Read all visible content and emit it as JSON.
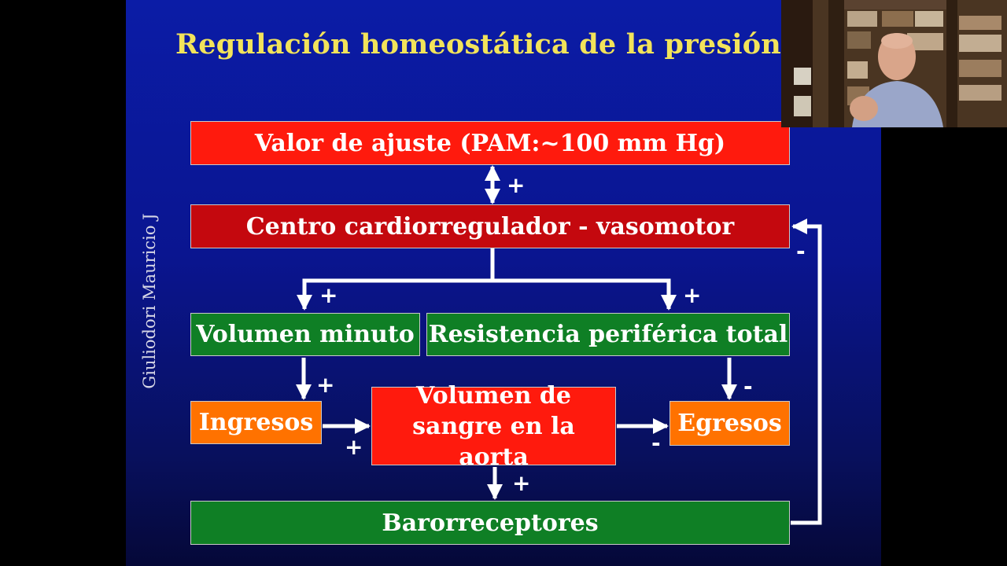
{
  "slide": {
    "title": "Regulación homeostática de la presión arte",
    "author": "Giuliodori Mauricio J"
  },
  "boxes": {
    "setpoint": "Valor de ajuste (PAM:~100 mm Hg)",
    "center": "Centro cardiorregulador - vasomotor",
    "cardiac_output": "Volumen minuto",
    "resistance": "Resistencia periférica total",
    "inputs": "Ingresos",
    "blood_volume": "Volumen de sangre en la aorta",
    "outputs": "Egresos",
    "baroreceptors": "Barorreceptores"
  },
  "signs": {
    "setpoint_center": "+",
    "feedback": "-",
    "to_cardiac_output": "+",
    "to_resistance": "+",
    "cardiac_output_inputs": "+",
    "resistance_outputs": "-",
    "inputs_volume": "+",
    "volume_outputs": "-",
    "volume_baroreceptors": "+"
  },
  "colors": {
    "title": "#f2e35a",
    "setpoint_box": "#ff1a0d",
    "center_box": "#c4080e",
    "green_box": "#0f7f25",
    "orange_box": "#ff7200",
    "arrows": "#ffffff"
  }
}
